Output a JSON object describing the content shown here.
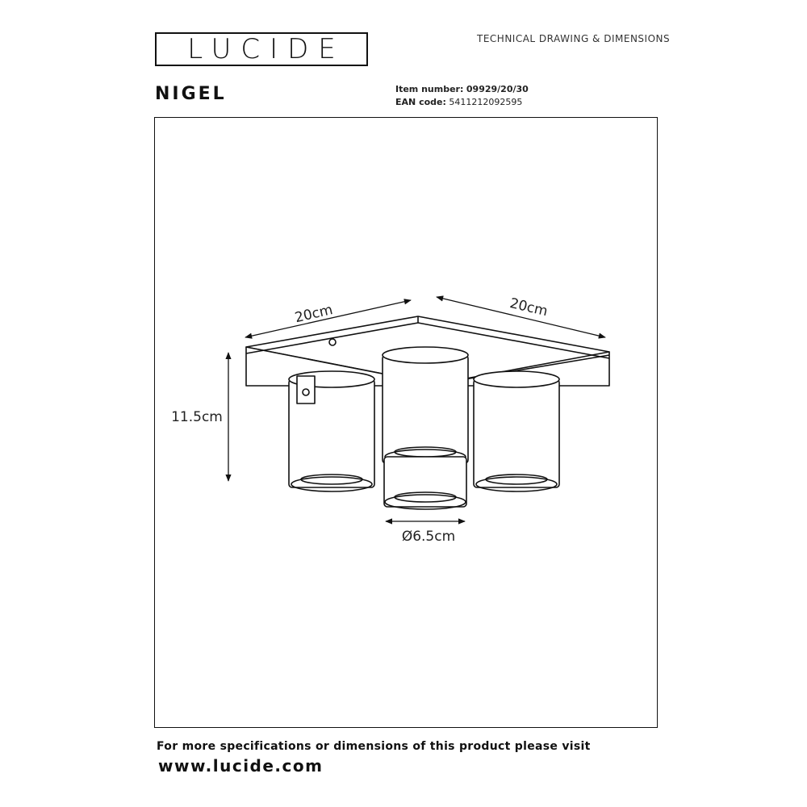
{
  "header": {
    "logo_text": "LUCIDE",
    "doc_type": "TECHNICAL DRAWING & DIMENSIONS"
  },
  "product": {
    "name": "NIGEL",
    "item_number_label": "Item number:",
    "item_number": "09929/20/30",
    "ean_label": "EAN code:",
    "ean": "5411212092595"
  },
  "dimensions": {
    "width_left": "20cm",
    "width_right": "20cm",
    "height": "11.5cm",
    "diameter": "Ø6.5cm"
  },
  "footer": {
    "note": "For more specifications or dimensions of this product please visit",
    "url": "www.lucide.com"
  }
}
